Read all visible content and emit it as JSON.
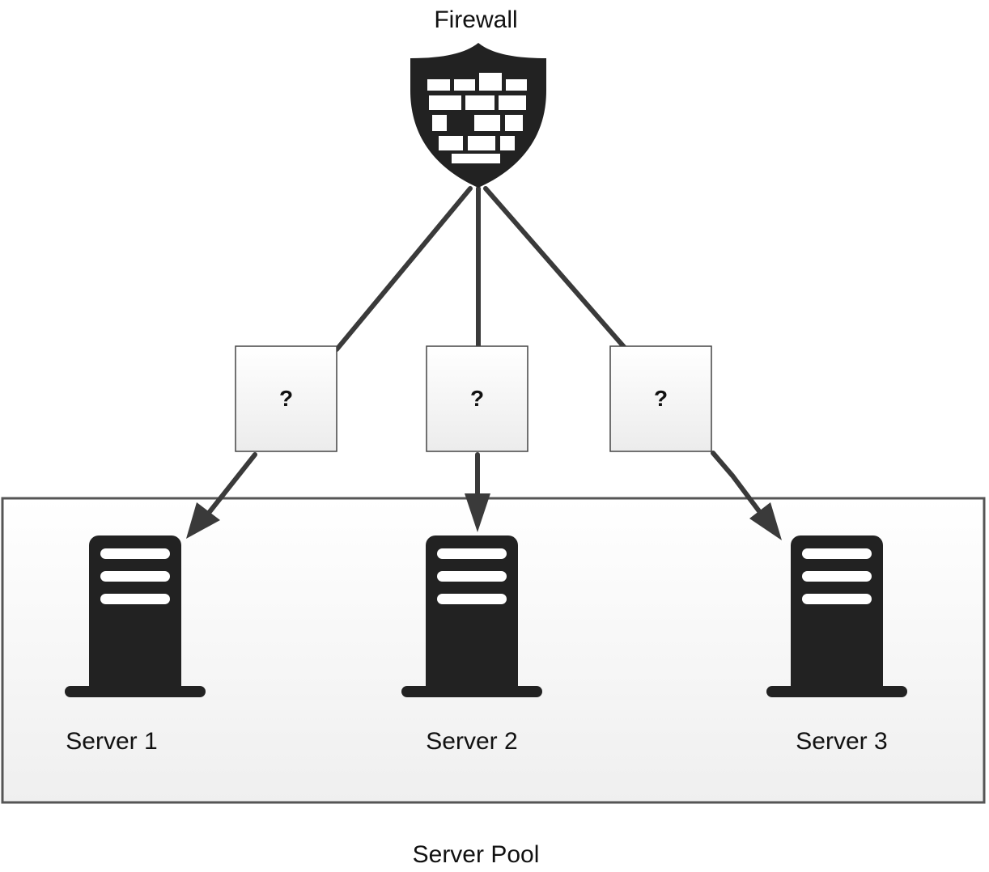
{
  "firewall": {
    "label": "Firewall",
    "icon": "firewall-shield-icon"
  },
  "decision_boxes": [
    {
      "label": "?"
    },
    {
      "label": "?"
    },
    {
      "label": "?"
    }
  ],
  "servers": [
    {
      "label": "Server 1",
      "icon": "server-icon"
    },
    {
      "label": "Server 2",
      "icon": "server-icon"
    },
    {
      "label": "Server 3",
      "icon": "server-icon"
    }
  ],
  "pool": {
    "label": "Server Pool"
  },
  "colors": {
    "icon": "#222222",
    "connector": "#3a3a3a",
    "box_border": "#444444",
    "box_fill_top": "#ffffff",
    "box_fill_bottom": "#ececec"
  }
}
